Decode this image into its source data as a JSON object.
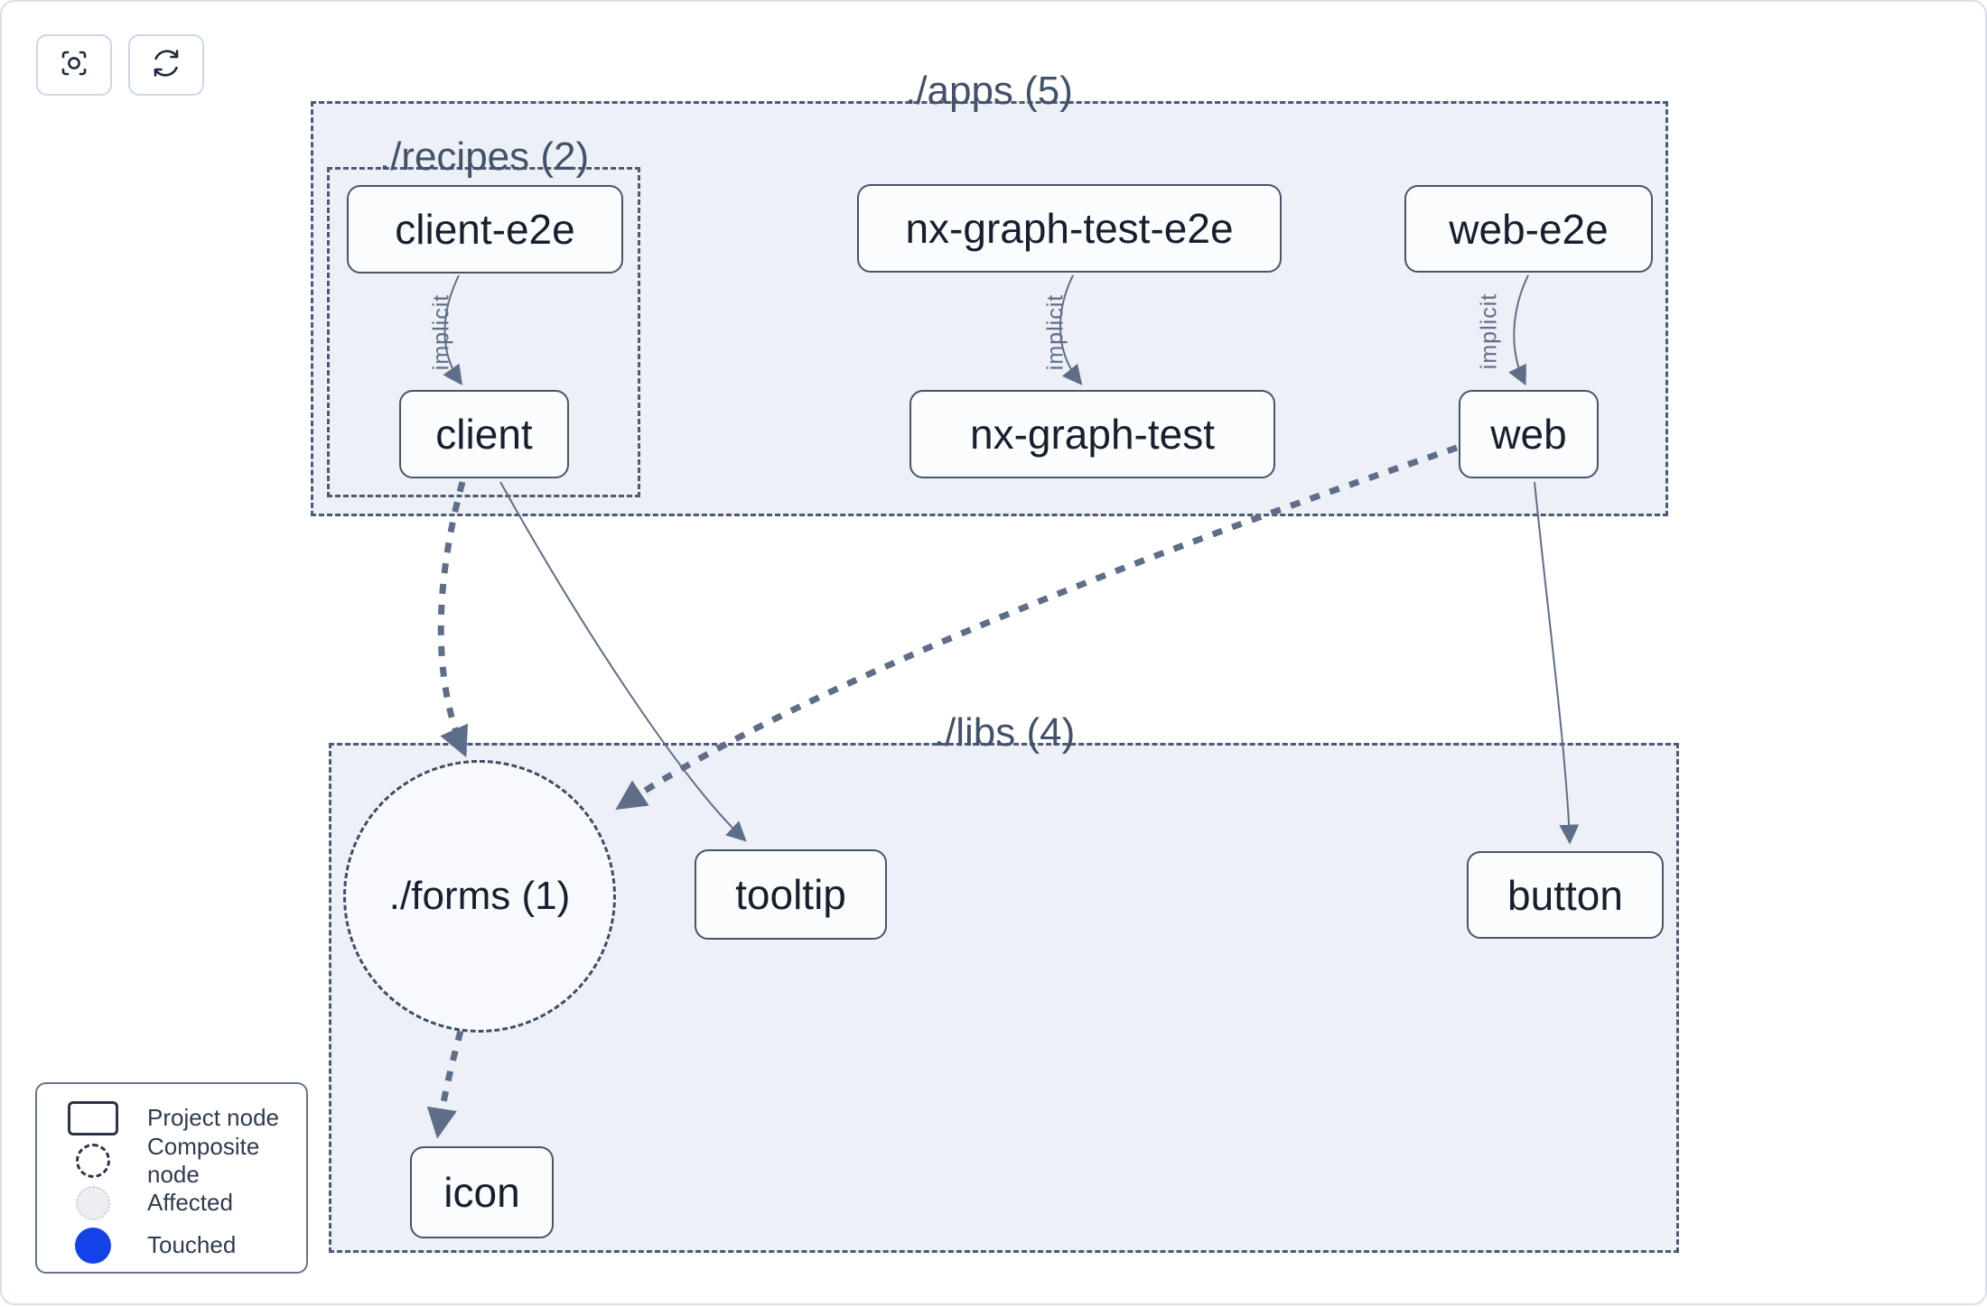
{
  "toolbar": {
    "focus_button": "focus",
    "refresh_button": "refresh"
  },
  "graph": {
    "containers": [
      {
        "id": "apps",
        "label": "./apps (5)"
      },
      {
        "id": "recipes",
        "label": "./recipes (2)"
      },
      {
        "id": "libs",
        "label": "./libs (4)"
      }
    ],
    "nodes": [
      {
        "id": "client-e2e",
        "label": "client-e2e",
        "type": "project"
      },
      {
        "id": "client",
        "label": "client",
        "type": "project"
      },
      {
        "id": "nx-graph-test-e2e",
        "label": "nx-graph-test-e2e",
        "type": "project"
      },
      {
        "id": "nx-graph-test",
        "label": "nx-graph-test",
        "type": "project"
      },
      {
        "id": "web-e2e",
        "label": "web-e2e",
        "type": "project"
      },
      {
        "id": "web",
        "label": "web",
        "type": "project"
      },
      {
        "id": "forms",
        "label": "./forms (1)",
        "type": "composite"
      },
      {
        "id": "tooltip",
        "label": "tooltip",
        "type": "project"
      },
      {
        "id": "button",
        "label": "button",
        "type": "project"
      },
      {
        "id": "icon",
        "label": "icon",
        "type": "project"
      }
    ],
    "edges": [
      {
        "source": "client-e2e",
        "target": "client",
        "label": "implicit",
        "style": "solid"
      },
      {
        "source": "nx-graph-test-e2e",
        "target": "nx-graph-test",
        "label": "implicit",
        "style": "solid"
      },
      {
        "source": "web-e2e",
        "target": "web",
        "label": "implicit",
        "style": "solid"
      },
      {
        "source": "client",
        "target": "./forms (1)",
        "label": "",
        "style": "dashed"
      },
      {
        "source": "client",
        "target": "tooltip",
        "label": "",
        "style": "solid"
      },
      {
        "source": "web",
        "target": "./forms (1)",
        "label": "",
        "style": "dashed"
      },
      {
        "source": "web",
        "target": "button",
        "label": "",
        "style": "solid"
      },
      {
        "source": "./forms (1)",
        "target": "icon",
        "label": "",
        "style": "dashed"
      }
    ]
  },
  "legend": {
    "items": [
      {
        "swatch": "project-rect-swatch",
        "label": "Project node"
      },
      {
        "swatch": "composite-circle-swatch",
        "label": "Composite node"
      },
      {
        "swatch": "affected-circle-swatch",
        "label": "Affected"
      },
      {
        "swatch": "touched-circle-swatch",
        "label": "Touched"
      }
    ]
  },
  "colors": {
    "container_fill": "#edf0f6",
    "container_border": "#4b5a75",
    "node_fill": "#fbfcfe",
    "node_border": "#475569",
    "node_text": "#171f2f",
    "label_text": "#42526b",
    "edge": "#5f6e88",
    "touched": "#1343e8",
    "affected_fill": "#eceef2",
    "affected_border": "#c9cfd9",
    "page_border": "#d8dfea"
  }
}
